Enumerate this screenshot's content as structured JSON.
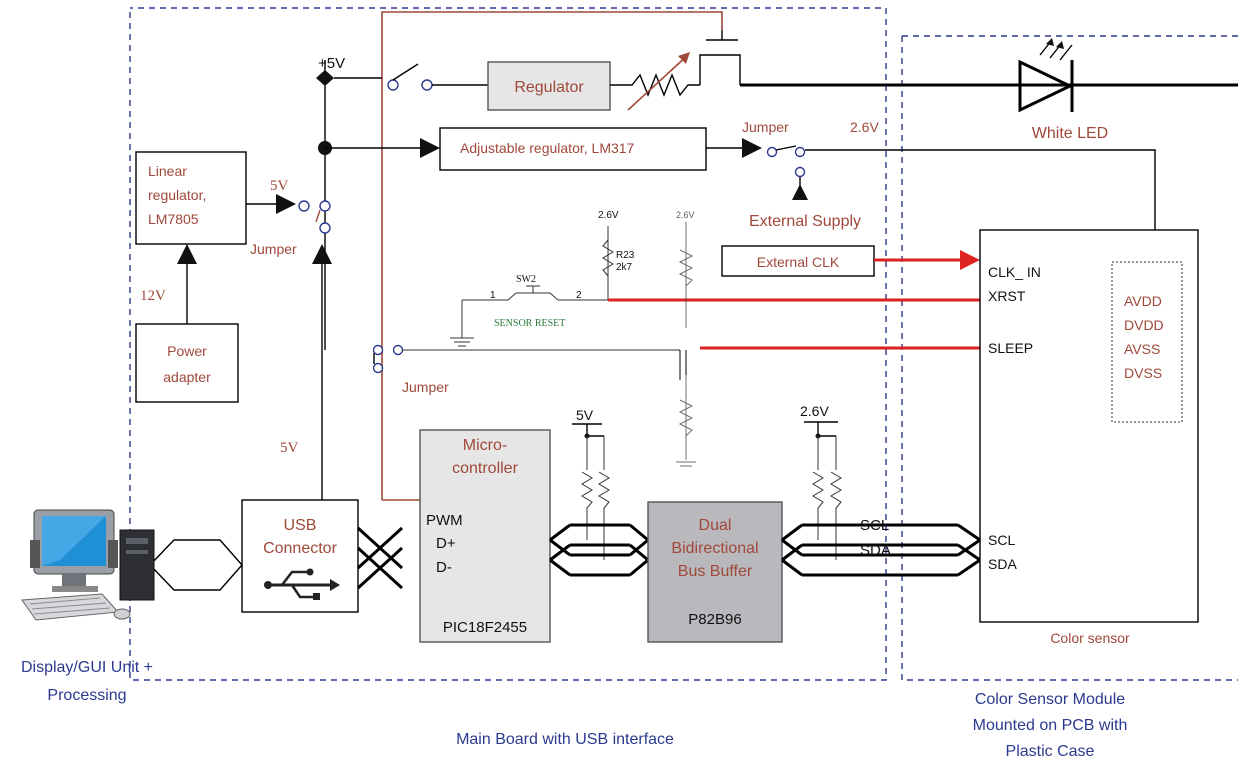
{
  "regions": {
    "main_board": "Main Board with USB interface",
    "sensor_module_line1": "Color Sensor Module",
    "sensor_module_line2": "Mounted on PCB with",
    "sensor_module_line3": "Plastic Case",
    "display_line1": "Display/GUI Unit +",
    "display_line2": "Processing"
  },
  "blocks": {
    "regulator": "Regulator",
    "adjustable_regulator": "Adjustable  regulator, LM317",
    "linear_reg_line1": "Linear",
    "linear_reg_line2": "regulator,",
    "linear_reg_line3": "LM7805",
    "power_adapter_line1": "Power",
    "power_adapter_line2": "adapter",
    "usb_line1": "USB",
    "usb_line2": "Connector",
    "micro_line1": "Micro-",
    "micro_line2": "controller",
    "micro_part": "PIC18F2455",
    "micro_pin_pwm": "PWM",
    "micro_pin_dplus": "D+",
    "micro_pin_dminus": "D-",
    "buffer_line1": "Dual",
    "buffer_line2": "Bidirectional",
    "buffer_line3": "Bus Buffer",
    "buffer_part": "P82B96",
    "external_clk": "External CLK",
    "color_sensor": "Color sensor",
    "white_led": "White LED",
    "external_supply": "External Supply"
  },
  "sensor_pins": {
    "clk_in": "CLK_ IN",
    "xrst": "XRST",
    "sleep": "SLEEP",
    "scl": "SCL",
    "sda": "SDA",
    "power_pins": [
      "AVDD",
      "DVDD",
      "AVSS",
      "DVSS"
    ]
  },
  "labels": {
    "plus5v": "+5V",
    "five_v_a": "5V",
    "five_v_b": "5V",
    "five_v_c": "5V",
    "twelve_v": "12V",
    "two_six_v": "2.6V",
    "two_six_v_b": "2.6V",
    "two_six_v_small": "2.6V",
    "two_six_v_faint": "2.6V",
    "jumper_a": "Jumper",
    "jumper_b": "Jumper",
    "jumper_c": "Jumper",
    "scl_bus": "SCL",
    "sda_bus": "SDA",
    "r23": "R23",
    "r23_value": "2k7",
    "sw2": "SW2",
    "sw_pin1": "1",
    "sw_pin2": "2",
    "sensor_reset": "SENSOR RESET"
  },
  "colors": {
    "brown_text": "#a0483a",
    "navy_text": "#2b3a8f",
    "signal_red": "#dd2222",
    "reset_green": "#2a7a3a"
  }
}
